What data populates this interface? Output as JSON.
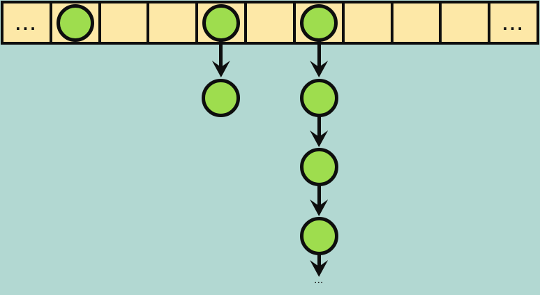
{
  "title": "Hash table with separate chaining diagram",
  "colors": {
    "background": "#B2D8D2",
    "cell_fill": "#FDE8A7",
    "node_fill": "#9EDD4E",
    "stroke": "#0E0E0E"
  },
  "array": {
    "cell_count": 11,
    "cells": [
      {
        "content": "ellipsis",
        "label": "..."
      },
      {
        "content": "node"
      },
      {
        "content": "empty"
      },
      {
        "content": "empty"
      },
      {
        "content": "node"
      },
      {
        "content": "empty"
      },
      {
        "content": "node"
      },
      {
        "content": "empty"
      },
      {
        "content": "empty"
      },
      {
        "content": "empty"
      },
      {
        "content": "ellipsis",
        "label": "..."
      }
    ]
  },
  "chains": [
    {
      "bucket_index": 4,
      "node_count": 1,
      "continues": false
    },
    {
      "bucket_index": 6,
      "node_count": 3,
      "continues": true,
      "continuation_label": "..."
    }
  ]
}
